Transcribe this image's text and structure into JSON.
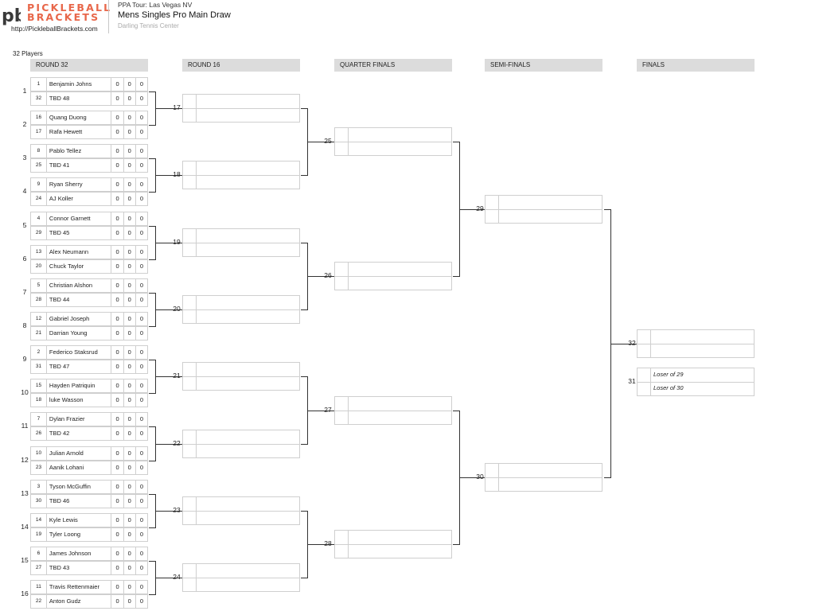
{
  "brand": {
    "line1": "PICKLEBALL",
    "line2": "BRACKETS",
    "monogram": "pb",
    "url": "http://PickleballBrackets.com"
  },
  "event": {
    "tour": "PPA Tour: Las Vegas NV",
    "title": "Mens Singles Pro Main Draw",
    "venue": "Darling Tennis Center"
  },
  "players_count": "32 Players",
  "rounds": [
    "ROUND 32",
    "ROUND 16",
    "QUARTER FINALS",
    "SEMI-FINALS",
    "FINALS"
  ],
  "round32": [
    {
      "match": "1",
      "players": [
        {
          "seed": "1",
          "name": "Benjamin Johns",
          "scores": [
            "0",
            "0",
            "0"
          ]
        },
        {
          "seed": "32",
          "name": "TBD 48",
          "scores": [
            "0",
            "0",
            "0"
          ]
        }
      ]
    },
    {
      "match": "2",
      "players": [
        {
          "seed": "16",
          "name": "Quang Duong",
          "scores": [
            "0",
            "0",
            "0"
          ]
        },
        {
          "seed": "17",
          "name": "Rafa Hewett",
          "scores": [
            "0",
            "0",
            "0"
          ]
        }
      ]
    },
    {
      "match": "3",
      "players": [
        {
          "seed": "8",
          "name": "Pablo Tellez",
          "scores": [
            "0",
            "0",
            "0"
          ]
        },
        {
          "seed": "25",
          "name": "TBD 41",
          "scores": [
            "0",
            "0",
            "0"
          ]
        }
      ]
    },
    {
      "match": "4",
      "players": [
        {
          "seed": "9",
          "name": "Ryan Sherry",
          "scores": [
            "0",
            "0",
            "0"
          ]
        },
        {
          "seed": "24",
          "name": "AJ Koller",
          "scores": [
            "0",
            "0",
            "0"
          ]
        }
      ]
    },
    {
      "match": "5",
      "players": [
        {
          "seed": "4",
          "name": "Connor Garnett",
          "scores": [
            "0",
            "0",
            "0"
          ]
        },
        {
          "seed": "29",
          "name": "TBD 45",
          "scores": [
            "0",
            "0",
            "0"
          ]
        }
      ]
    },
    {
      "match": "6",
      "players": [
        {
          "seed": "13",
          "name": "Alex Neumann",
          "scores": [
            "0",
            "0",
            "0"
          ]
        },
        {
          "seed": "20",
          "name": "Chuck Taylor",
          "scores": [
            "0",
            "0",
            "0"
          ]
        }
      ]
    },
    {
      "match": "7",
      "players": [
        {
          "seed": "5",
          "name": "Christian Alshon",
          "scores": [
            "0",
            "0",
            "0"
          ]
        },
        {
          "seed": "28",
          "name": "TBD 44",
          "scores": [
            "0",
            "0",
            "0"
          ]
        }
      ]
    },
    {
      "match": "8",
      "players": [
        {
          "seed": "12",
          "name": "Gabriel Joseph",
          "scores": [
            "0",
            "0",
            "0"
          ]
        },
        {
          "seed": "21",
          "name": "Darrian Young",
          "scores": [
            "0",
            "0",
            "0"
          ]
        }
      ]
    },
    {
      "match": "9",
      "players": [
        {
          "seed": "2",
          "name": "Federico Staksrud",
          "scores": [
            "0",
            "0",
            "0"
          ]
        },
        {
          "seed": "31",
          "name": "TBD 47",
          "scores": [
            "0",
            "0",
            "0"
          ]
        }
      ]
    },
    {
      "match": "10",
      "players": [
        {
          "seed": "15",
          "name": "Hayden Patriquin",
          "scores": [
            "0",
            "0",
            "0"
          ]
        },
        {
          "seed": "18",
          "name": "luke Wasson",
          "scores": [
            "0",
            "0",
            "0"
          ]
        }
      ]
    },
    {
      "match": "11",
      "players": [
        {
          "seed": "7",
          "name": "Dylan Frazier",
          "scores": [
            "0",
            "0",
            "0"
          ]
        },
        {
          "seed": "26",
          "name": "TBD 42",
          "scores": [
            "0",
            "0",
            "0"
          ]
        }
      ]
    },
    {
      "match": "12",
      "players": [
        {
          "seed": "10",
          "name": "Julian Arnold",
          "scores": [
            "0",
            "0",
            "0"
          ]
        },
        {
          "seed": "23",
          "name": "Aanik Lohani",
          "scores": [
            "0",
            "0",
            "0"
          ]
        }
      ]
    },
    {
      "match": "13",
      "players": [
        {
          "seed": "3",
          "name": "Tyson McGuffin",
          "scores": [
            "0",
            "0",
            "0"
          ]
        },
        {
          "seed": "30",
          "name": "TBD 46",
          "scores": [
            "0",
            "0",
            "0"
          ]
        }
      ]
    },
    {
      "match": "14",
      "players": [
        {
          "seed": "14",
          "name": "Kyle Lewis",
          "scores": [
            "0",
            "0",
            "0"
          ]
        },
        {
          "seed": "19",
          "name": "Tyler Loong",
          "scores": [
            "0",
            "0",
            "0"
          ]
        }
      ]
    },
    {
      "match": "15",
      "players": [
        {
          "seed": "6",
          "name": "James Johnson",
          "scores": [
            "0",
            "0",
            "0"
          ]
        },
        {
          "seed": "27",
          "name": "TBD 43",
          "scores": [
            "0",
            "0",
            "0"
          ]
        }
      ]
    },
    {
      "match": "16",
      "players": [
        {
          "seed": "11",
          "name": "Travis Rettenmaier",
          "scores": [
            "0",
            "0",
            "0"
          ]
        },
        {
          "seed": "22",
          "name": "Anton Gudz",
          "scores": [
            "0",
            "0",
            "0"
          ]
        }
      ]
    }
  ],
  "round16_matches": [
    "17",
    "18",
    "19",
    "20",
    "21",
    "22",
    "23",
    "24"
  ],
  "quarterfinal_matches": [
    "25",
    "26",
    "27",
    "28"
  ],
  "semifinal_matches": [
    "29",
    "30"
  ],
  "final_match": "32",
  "third_place": {
    "match": "31",
    "slots": [
      "Loser of 29",
      "Loser of 30"
    ]
  },
  "colors": {
    "brand_orange": "#e8674a",
    "brand_dark": "#3a3a3a",
    "header_bg": "#dcdcdc"
  }
}
